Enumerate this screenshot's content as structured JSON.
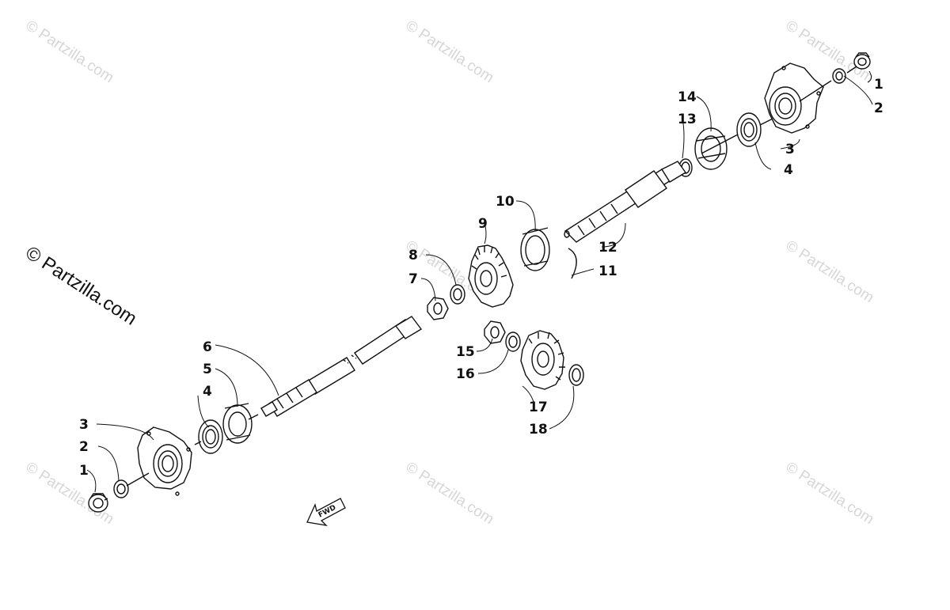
{
  "watermark": "© Partzilla.com",
  "fwd_label": "FWD",
  "callouts": {
    "c1_right": "1",
    "c2_right": "2",
    "c3_right": "3",
    "c4_right": "4",
    "c14": "14",
    "c13": "13",
    "c12": "12",
    "c11": "11",
    "c10": "10",
    "c9": "9",
    "c8": "8",
    "c7": "7",
    "c6": "6",
    "c5": "5",
    "c4_left": "4",
    "c3_left": "3",
    "c2_left": "2",
    "c1_left": "1",
    "c15": "15",
    "c16": "16",
    "c17": "17",
    "c18": "18"
  }
}
